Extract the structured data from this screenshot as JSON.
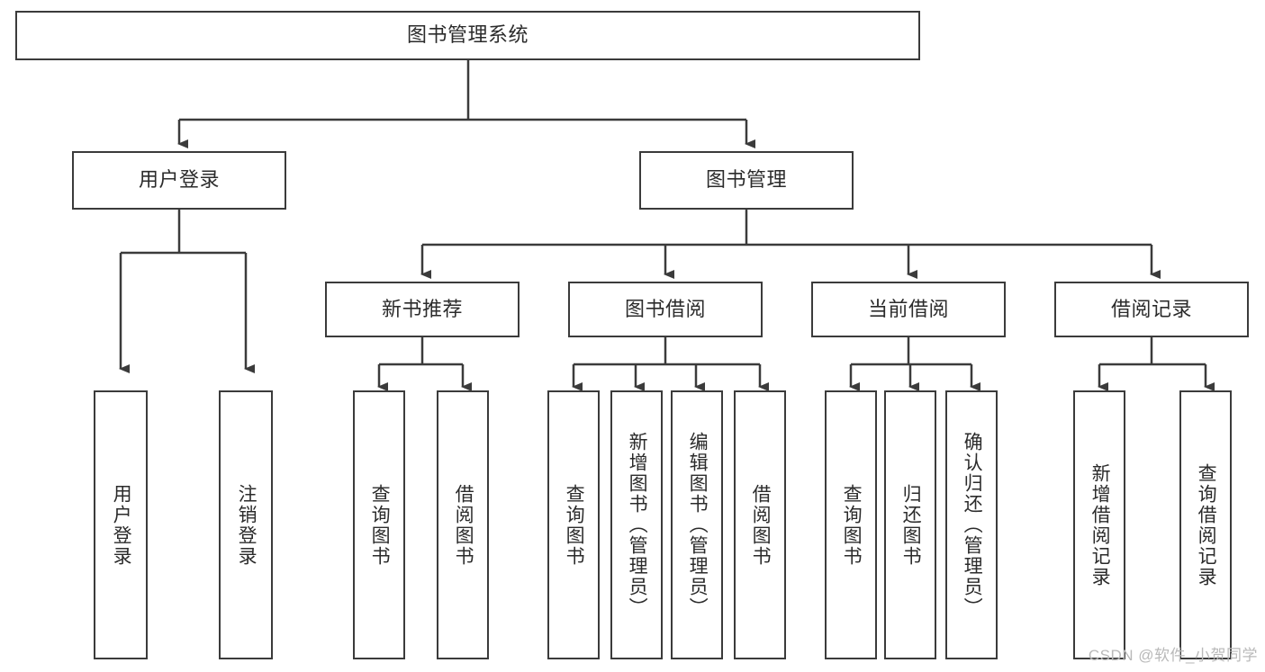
{
  "diagram": {
    "title": "图书管理系统",
    "type": "tree-hierarchy-chart",
    "watermark": "CSDN @软件_小贺同学",
    "colors": {
      "stroke": "#3b3b3b",
      "fill": "#ffffff",
      "text": "#2b2b2b",
      "watermark": "#b9b9b9"
    },
    "nodes": {
      "root": {
        "label": "图书管理系统"
      },
      "level2": [
        {
          "id": "user-login",
          "label": "用户登录"
        },
        {
          "id": "book-manage",
          "label": "图书管理"
        }
      ],
      "level3": [
        {
          "id": "new-book-recommend",
          "label": "新书推荐"
        },
        {
          "id": "book-borrow",
          "label": "图书借阅"
        },
        {
          "id": "current-borrow",
          "label": "当前借阅"
        },
        {
          "id": "borrow-record",
          "label": "借阅记录"
        }
      ],
      "leaves": {
        "user_login": [
          {
            "id": "leaf-user-login",
            "label": "用户登录"
          },
          {
            "id": "leaf-logout-login",
            "label": "注销登录"
          }
        ],
        "new_book_recommend": [
          {
            "id": "leaf-query-book-1",
            "label": "查询图书"
          },
          {
            "id": "leaf-borrow-book-1",
            "label": "借阅图书"
          }
        ],
        "book_borrow": [
          {
            "id": "leaf-query-book-2",
            "label": "查询图书"
          },
          {
            "id": "leaf-add-book",
            "label": "新增图书（管理员）"
          },
          {
            "id": "leaf-edit-book",
            "label": "编辑图书（管理员）"
          },
          {
            "id": "leaf-borrow-book-2",
            "label": "借阅图书"
          }
        ],
        "current_borrow": [
          {
            "id": "leaf-query-book-3",
            "label": "查询图书"
          },
          {
            "id": "leaf-return-book",
            "label": "归还图书"
          },
          {
            "id": "leaf-confirm-return",
            "label": "确认归还（管理员）"
          }
        ],
        "borrow_record": [
          {
            "id": "leaf-add-record",
            "label": "新增借阅记录"
          },
          {
            "id": "leaf-query-record",
            "label": "查询借阅记录"
          }
        ]
      }
    }
  }
}
